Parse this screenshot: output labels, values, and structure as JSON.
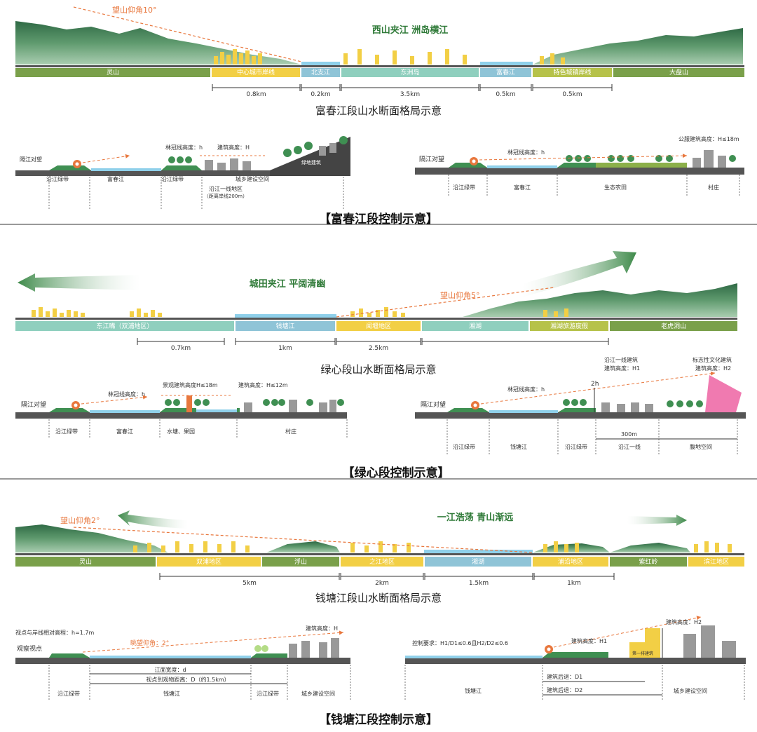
{
  "colors": {
    "green": "#7aa04a",
    "yellow": "#f2cf45",
    "teal": "#8fcfbe",
    "blue": "#8fc4d7",
    "lime": "#b6c24a",
    "grass": "#3f8f52",
    "river": "#8fd0ea",
    "road": "#555555",
    "orange": "#e8773d",
    "pink": "#f07ab0"
  },
  "s1": {
    "slogan": "西山夹江 洲岛横江",
    "angle": "望山仰角10°",
    "bands": [
      "灵山",
      "中心城市岸线",
      "北支江",
      "东洲岛",
      "富春江",
      "特色城镇岸线",
      "大盘山"
    ],
    "dims": [
      "0.8km",
      "0.2km",
      "3.5km",
      "0.5km",
      "0.5km"
    ],
    "caption": "富春江段山水断面格局示意",
    "left": {
      "view": "隔江对望",
      "tree": "林冠线高度：h",
      "bld": "建筑高度：H",
      "mount": "绿地建筑",
      "labels": [
        "沿江绿带",
        "富春江",
        "沿江绿带",
        "城乡建设空间"
      ],
      "zone": "沿江一线地区",
      "zone_sub": "（距离岸线200m）"
    },
    "right": {
      "view": "隔江对望",
      "tree": "林冠线高度：h",
      "bld": "公服建筑高度：H≤18m",
      "labels": [
        "沿江绿带",
        "富春江",
        "生态农田",
        "村庄"
      ]
    },
    "title": "【富春江段控制示意】"
  },
  "s2": {
    "slogan": "城田夹江 平阔清幽",
    "angle": "望山仰角5°",
    "bands": [
      "东江嘴（双浦地区）",
      "钱塘江",
      "闻堰地区",
      "湘湖",
      "湘湖旅游度假",
      "老虎洞山"
    ],
    "dims": [
      "0.7km",
      "1km",
      "2.5km"
    ],
    "caption": "绿心段山水断面格局示意",
    "left": {
      "view": "隔江对望",
      "tree": "林冠线高度：h",
      "land": "景观建筑高度H≤18m",
      "bld": "建筑高度：H≤12m",
      "labels": [
        "沿江绿带",
        "富春江",
        "水塘、果园",
        "村庄"
      ]
    },
    "right": {
      "view": "隔江对望",
      "tree": "林冠线高度：h",
      "h2": "2h",
      "a1": "沿江一线建筑",
      "a2": "建筑高度：H1",
      "b1": "标志性文化建筑",
      "b2": "建筑高度：H2",
      "dist": "300m",
      "labels": [
        "沿江绿带",
        "钱塘江",
        "沿江绿带",
        "沿江一线",
        "腹地空间"
      ]
    },
    "title": "【绿心段控制示意】"
  },
  "s3": {
    "slogan": "一江浩荡 青山渐远",
    "angle": "望山仰角2°",
    "bands": [
      "灵山",
      "双浦地区",
      "浮山",
      "之江地区",
      "湘湖",
      "浦沿地区",
      "紫红岭",
      "滨江地区"
    ],
    "dims": [
      "5km",
      "2km",
      "1.5km",
      "1km"
    ],
    "caption": "钱塘江段山水断面格局示意",
    "left": {
      "eye": "视点与岸线相对高程：h=1.7m",
      "view": "观察视点",
      "angle": "眺望仰角：2°",
      "bld": "建筑高度：H",
      "w1": "江面宽度：d",
      "w2": "视点到观物距离：D（约1.5km）",
      "labels": [
        "沿江绿带",
        "钱塘江",
        "沿江绿带",
        "城乡建设空间"
      ]
    },
    "right": {
      "req": "控制要求：H1/D1≤0.6且H2/D2≤0.6",
      "h1": "建筑高度：H1",
      "h2": "建筑高度：H2",
      "first": "第一排建筑",
      "d1": "建筑后退：D1",
      "d2": "建筑后退：D2",
      "labels": [
        "钱塘江",
        "城乡建设空间"
      ]
    },
    "title": "【钱塘江段控制示意】"
  }
}
